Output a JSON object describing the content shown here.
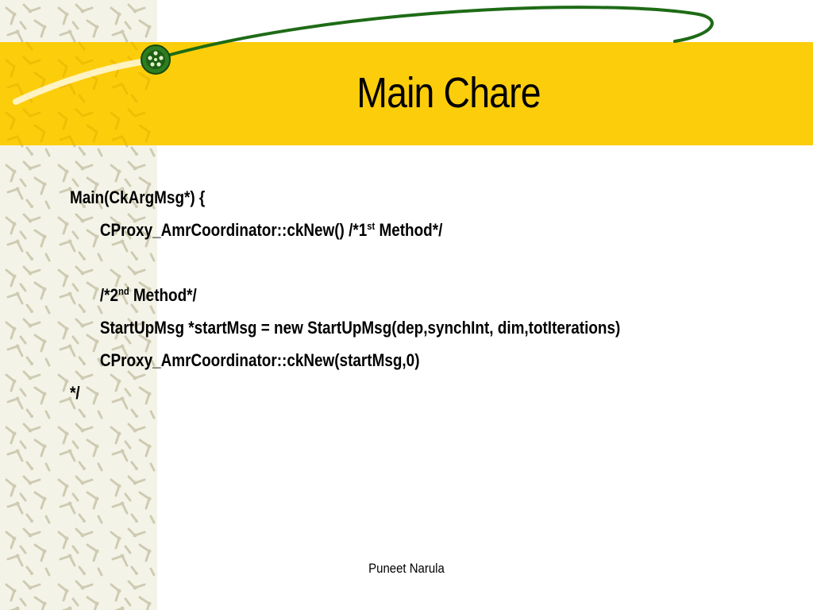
{
  "slide": {
    "title": "Main Chare",
    "footer": "Puneet Narula",
    "colors": {
      "band": "#fccd0b",
      "swoosh": "#1e6b16",
      "pattern_bg": "#f4f3e8",
      "pattern_ink": "#cfcbb2"
    },
    "code": {
      "line1": "Main(CkArgMsg*) {",
      "line2_pre": "CProxy_AmrCoordinator::ckNew() /*1",
      "line2_sup": "st",
      "line2_post": " Method*/",
      "line3_pre": "/*2",
      "line3_sup": "nd",
      "line3_post": " Method*/",
      "line4": "StartUpMsg *startMsg = new StartUpMsg(dep,synchInt, dim,totIterations)",
      "line5": "CProxy_AmrCoordinator::ckNew(startMsg,0)",
      "line6": "*/"
    }
  }
}
